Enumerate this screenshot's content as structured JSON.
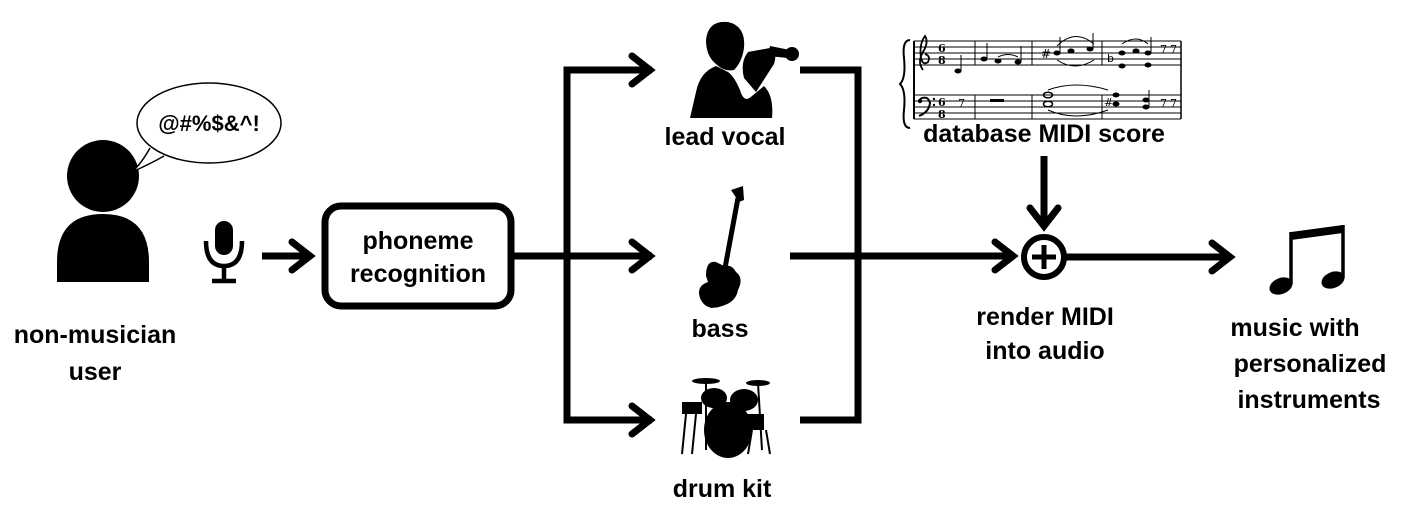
{
  "diagram": {
    "user_label": [
      "non-musician",
      "user"
    ],
    "speech_text": "@#%$&^!",
    "process_label": [
      "phoneme",
      "recognition"
    ],
    "instruments": [
      {
        "label": "lead vocal",
        "icon": "singer-icon"
      },
      {
        "label": "bass",
        "icon": "bass-guitar-icon"
      },
      {
        "label": "drum kit",
        "icon": "drum-kit-icon"
      }
    ],
    "score_label": "database MIDI score",
    "render_label": [
      "render MIDI",
      "into audio"
    ],
    "output_label": [
      "music with",
      "personalized",
      "instruments"
    ],
    "combine_symbol": "plus-circle-icon",
    "output_icon": "music-notes-icon",
    "colors": {
      "ink": "#000000",
      "background": "#ffffff"
    }
  }
}
